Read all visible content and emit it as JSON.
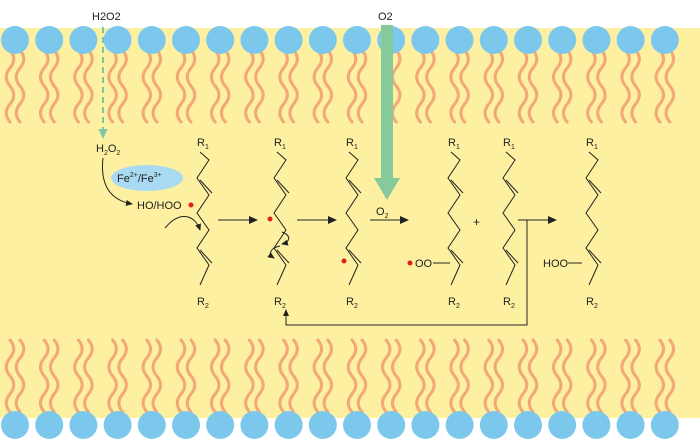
{
  "colors": {
    "membrane_interior": "#fdf0a0",
    "headgroup": "#7cc8ec",
    "lipid_tail": "#f2a878",
    "fe_bubble": "#a9daf2",
    "radical_dot": "#e02020",
    "oxygen_arrow": "#86c99a",
    "peroxide_arrow": "#7cc8a0",
    "line": "#222222"
  },
  "labels": {
    "h2o2_top": "H2O2",
    "o2_top": "O2",
    "h2o2_inside": "H2O2",
    "fe_couple": "Fe2+/Fe3+",
    "hydroxyl_radicals": "HO/HOO",
    "o2_step": "O2",
    "peroxyl": "OO",
    "hydroperoxide": "HOO",
    "plus": "+",
    "r1": "R1",
    "r2": "R2"
  }
}
